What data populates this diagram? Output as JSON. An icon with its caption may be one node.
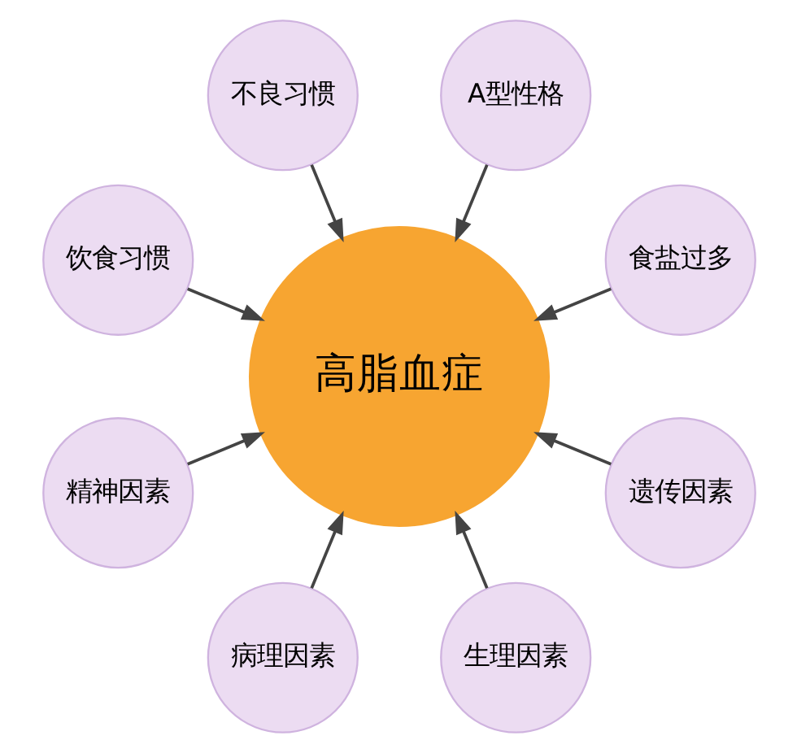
{
  "diagram": {
    "nodes": [
      {
        "text": [
          "高脂血症"
        ]
      },
      {
        "text": [
          "食盐过多"
        ]
      },
      {
        "text": [
          "A型性格"
        ]
      },
      {
        "text": [
          "不良习惯"
        ]
      },
      {
        "text": [
          "饮食习惯"
        ]
      },
      {
        "text": [
          "精神因素"
        ]
      },
      {
        "text": [
          "病理因素"
        ]
      },
      {
        "text": [
          "生理因素"
        ]
      },
      {
        "text": [
          "遗传因素"
        ]
      }
    ],
    "edges": [
      {
        "from": 1,
        "to": 0,
        "arrow": "to"
      },
      {
        "from": 2,
        "to": 0,
        "arrow": "to"
      },
      {
        "from": 3,
        "to": 0,
        "arrow": "to"
      },
      {
        "from": 4,
        "to": 0,
        "arrow": "to"
      },
      {
        "from": 5,
        "to": 0,
        "arrow": "to"
      },
      {
        "from": 6,
        "to": 0,
        "arrow": "to"
      },
      {
        "from": 7,
        "to": 0,
        "arrow": "to"
      },
      {
        "from": 8,
        "to": 0,
        "arrow": "to"
      }
    ]
  }
}
